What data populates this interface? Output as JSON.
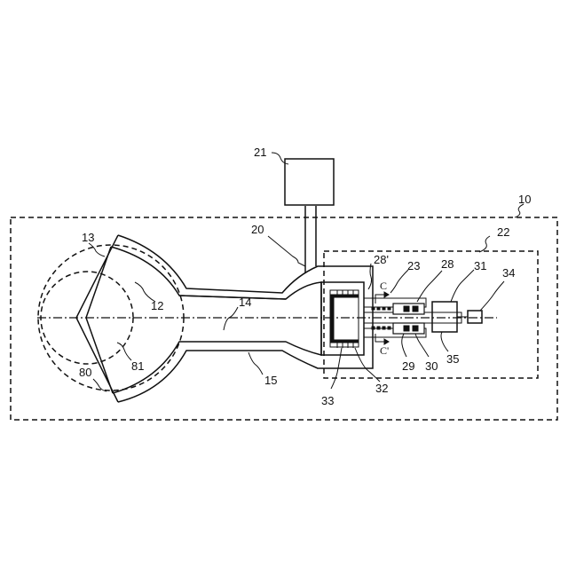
{
  "labels": {
    "l10": "10",
    "l12": "12",
    "l13": "13",
    "l14": "14",
    "l15": "15",
    "l20": "20",
    "l21": "21",
    "l22": "22",
    "l23": "23",
    "l28": "28",
    "l28p": "28'",
    "l29": "29",
    "l30": "30",
    "l31": "31",
    "l32": "32",
    "l33": "33",
    "l34": "34",
    "l35": "35",
    "l80": "80",
    "l81": "81",
    "lC": "C",
    "lCp": "C'"
  }
}
